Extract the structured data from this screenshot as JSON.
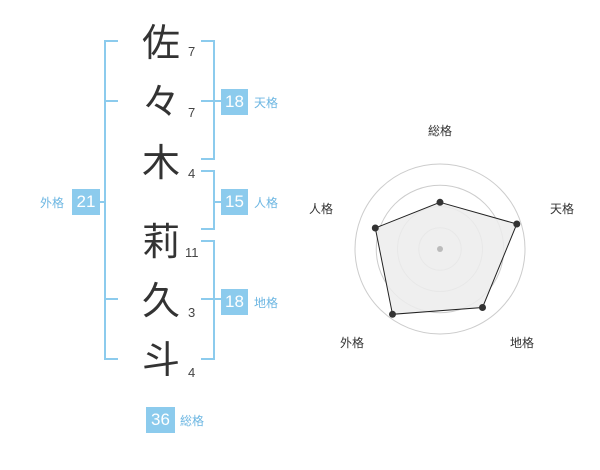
{
  "name": {
    "characters": [
      {
        "char": "佐",
        "strokes": "7"
      },
      {
        "char": "々",
        "strokes": "7"
      },
      {
        "char": "木",
        "strokes": "4"
      },
      {
        "char": "莉",
        "strokes": "11"
      },
      {
        "char": "久",
        "strokes": "3"
      },
      {
        "char": "斗",
        "strokes": "4"
      }
    ]
  },
  "kaku": {
    "tenkaku": {
      "value": "18",
      "label": "天格"
    },
    "jinkaku": {
      "value": "15",
      "label": "人格"
    },
    "chikaku": {
      "value": "18",
      "label": "地格"
    },
    "gaikaku": {
      "value": "21",
      "label": "外格"
    },
    "soukaku": {
      "value": "36",
      "label": "総格"
    }
  },
  "radar": {
    "axes": [
      {
        "label": "総格",
        "value": 0.55
      },
      {
        "label": "天格",
        "value": 0.95
      },
      {
        "label": "地格",
        "value": 0.85
      },
      {
        "label": "外格",
        "value": 0.95
      },
      {
        "label": "人格",
        "value": 0.8
      }
    ],
    "max_value": 1,
    "rings": 4,
    "colors": {
      "ring": "#cccccc",
      "fill": "#ececec",
      "line": "#222222",
      "point": "#333333",
      "center": "#bbbbbb"
    }
  },
  "colors": {
    "accent": "#8ccbed",
    "accent_text": "#6cb6e2",
    "char_text": "#333333"
  }
}
